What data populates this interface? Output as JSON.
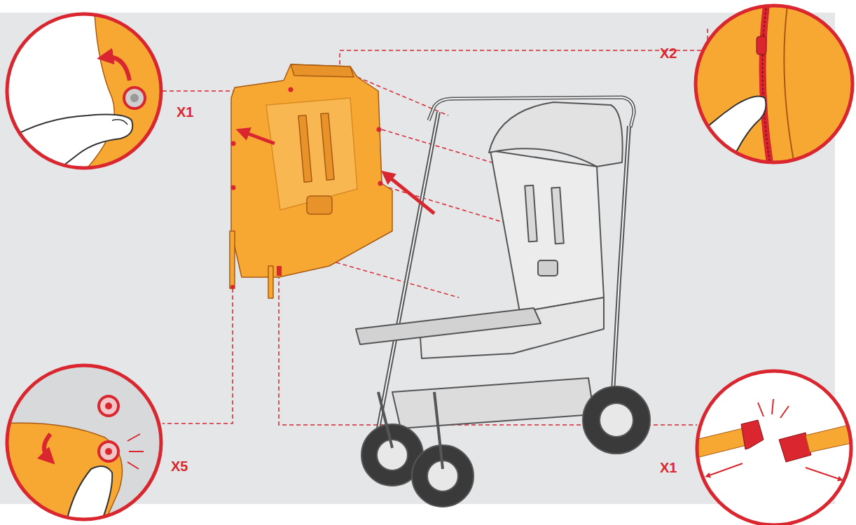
{
  "diagram": {
    "labels": [
      "X1",
      "X2",
      "X5",
      "X1"
    ]
  }
}
